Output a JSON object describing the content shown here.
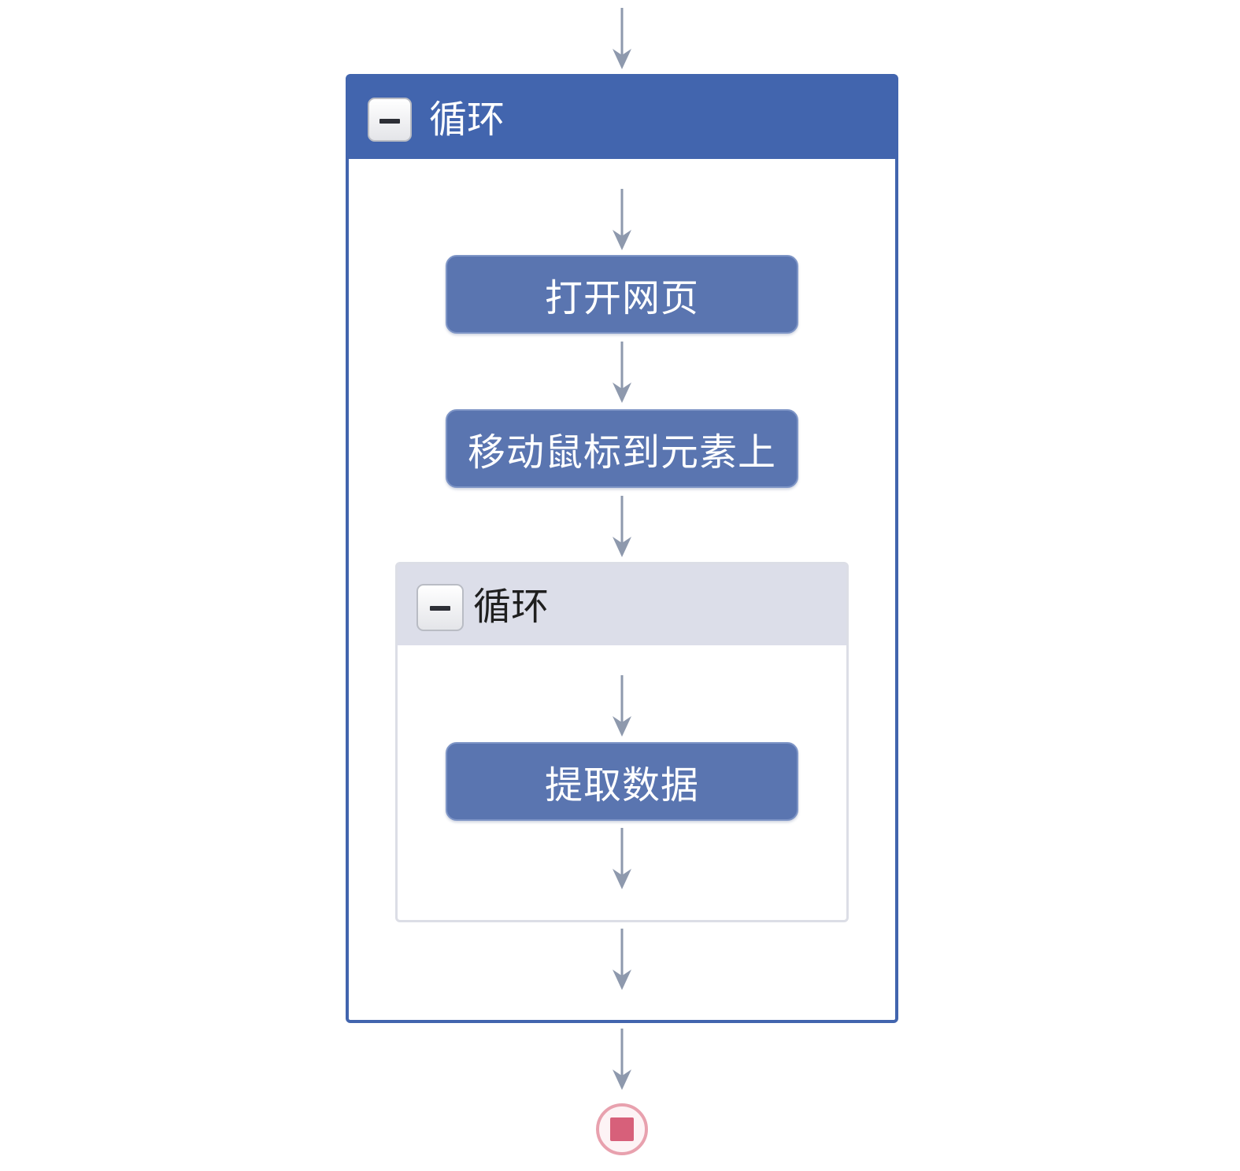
{
  "outer_loop": {
    "title": "循环"
  },
  "steps": {
    "open_page": "打开网页",
    "hover_element": "移动鼠标到元素上"
  },
  "inner_loop": {
    "title": "循环",
    "steps": {
      "extract_data": "提取数据"
    }
  },
  "colors": {
    "outer_header": "#4265ae",
    "step_fill": "#5a75b0",
    "inner_header": "#dcdee9",
    "arrow": "#8e99ad",
    "end_node": "#d7607a"
  },
  "icons": [
    "collapse-minus-icon",
    "down-arrow-icon",
    "stop-icon"
  ]
}
